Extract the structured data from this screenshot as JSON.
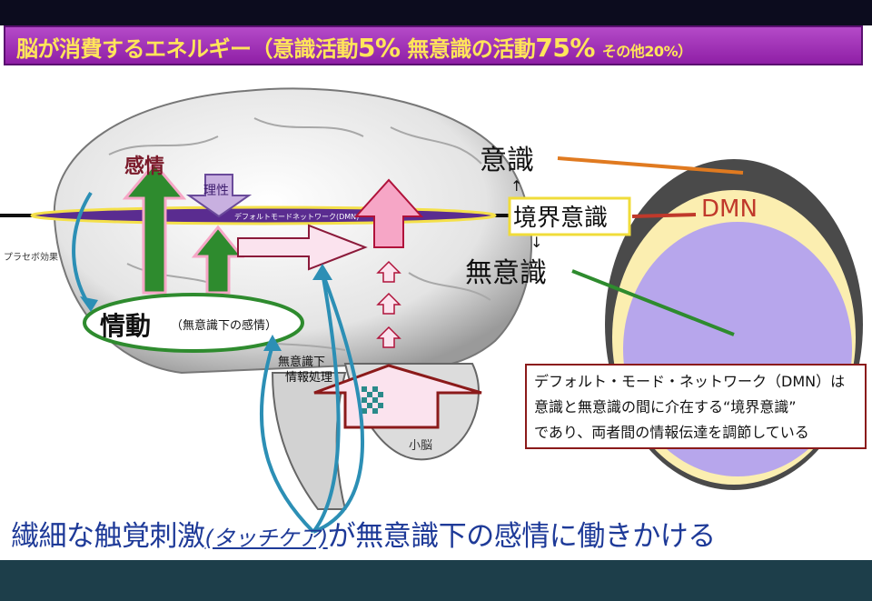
{
  "title": {
    "main": "脳が消費するエネルギー（意識活動",
    "conscious_pct": "5%",
    "mid": "無意識の活動",
    "unconscious_pct": "75%",
    "other": "その他20%）"
  },
  "labels": {
    "kanjo": "感情",
    "risei": "理性",
    "dmn_band": "デフォルトモードネットワーク(DMN)",
    "placebo": "プラセボ効果",
    "jodo": "情動",
    "jodo_sub": "（無意識下の感情）",
    "muishiki_shori_1": "無意識下",
    "muishiki_shori_2": "情報処理",
    "shonou": "小脳",
    "ishiki": "意識",
    "kyokai": "境界意識",
    "muishiki": "無意識",
    "dmn": "DMN",
    "arrow_up": "↑",
    "arrow_down": "↓"
  },
  "note": {
    "line1": "デフォルト・モード・ネットワーク（DMN）は",
    "line2": "意識と無意識の間に介在する“境界意識”",
    "line3": "であり、両者間の情報伝達を調節している"
  },
  "caption": {
    "part1": "繊細な触覚刺激",
    "part2": "(タッチケア)",
    "part3": "が無意識下の感情に働きかける"
  },
  "colors": {
    "title_bg": "#a23ab8",
    "title_text": "#ffe55a",
    "caption_text": "#1e3a98",
    "footer": "#1d3e4a",
    "green": "#2e8b2e",
    "pink": "#f6a6c6",
    "blue_arrow": "#2c8fb5",
    "dmn_red": "#c0392b",
    "orange_line": "#e07a20",
    "lavender": "#b7a6ec",
    "cream": "#fbeeb0",
    "dark_rim": "#4a4a4a"
  }
}
